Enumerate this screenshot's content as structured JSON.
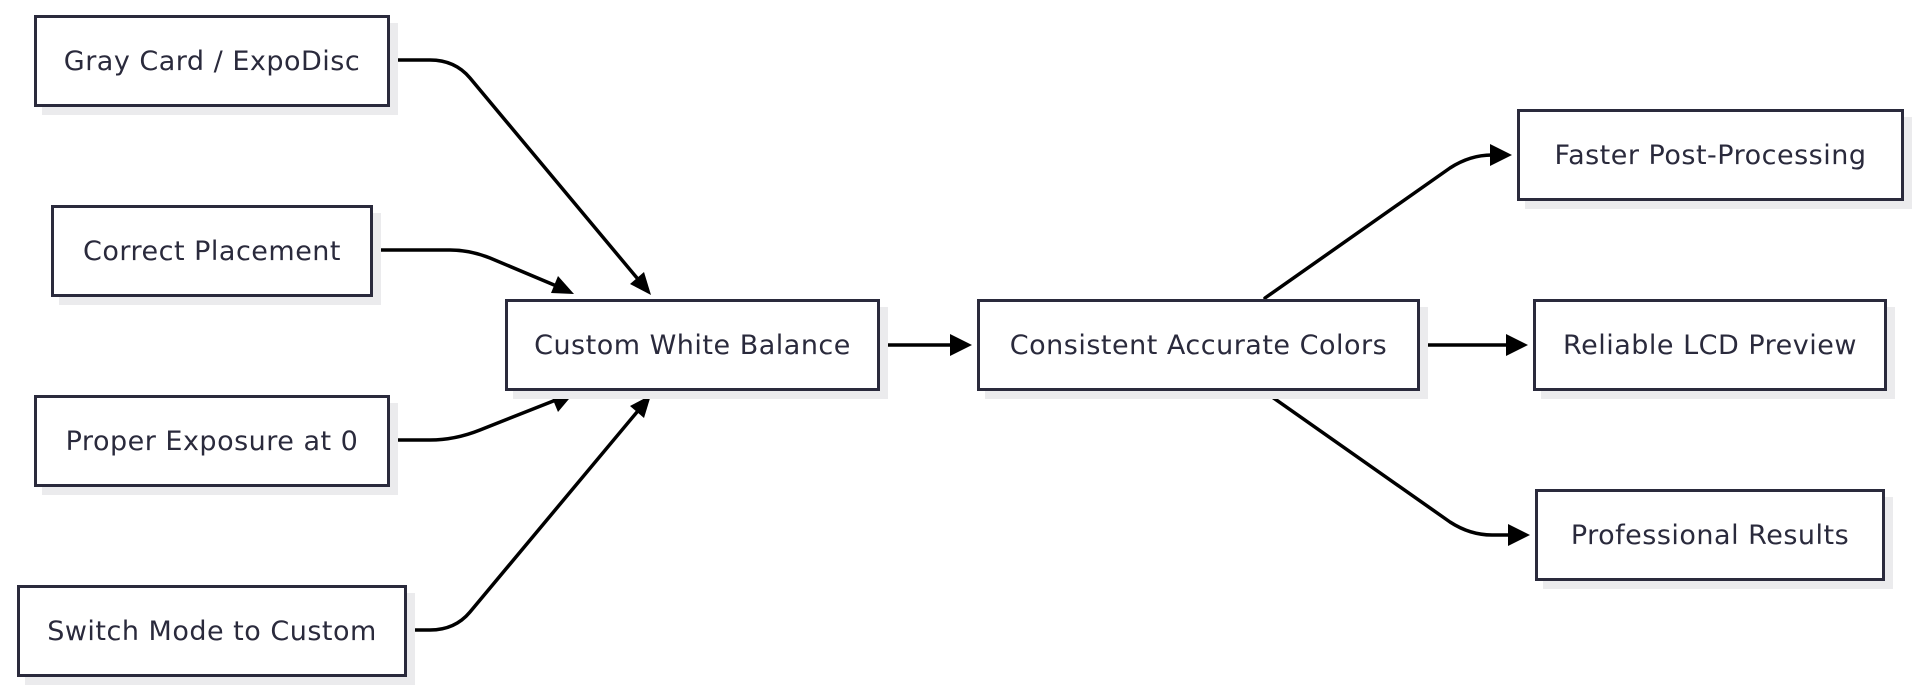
{
  "diagram": {
    "nodes": {
      "gray_card": "Gray Card / ExpoDisc",
      "correct_placement": "Correct Placement",
      "proper_exposure": "Proper Exposure at 0",
      "switch_mode": "Switch Mode to Custom",
      "custom_wb": "Custom White Balance",
      "consistent_colors": "Consistent Accurate Colors",
      "faster_post": "Faster Post-Processing",
      "reliable_lcd": "Reliable LCD Preview",
      "professional": "Professional Results"
    },
    "edges": [
      {
        "from": "gray_card",
        "to": "custom_wb"
      },
      {
        "from": "correct_placement",
        "to": "custom_wb"
      },
      {
        "from": "proper_exposure",
        "to": "custom_wb"
      },
      {
        "from": "switch_mode",
        "to": "custom_wb"
      },
      {
        "from": "custom_wb",
        "to": "consistent_colors"
      },
      {
        "from": "consistent_colors",
        "to": "faster_post"
      },
      {
        "from": "consistent_colors",
        "to": "reliable_lcd"
      },
      {
        "from": "consistent_colors",
        "to": "professional"
      }
    ],
    "colors": {
      "stroke": "#2a2a3c",
      "text": "#2a2a3c",
      "shadow": "#ebebed",
      "background": "#ffffff"
    }
  }
}
